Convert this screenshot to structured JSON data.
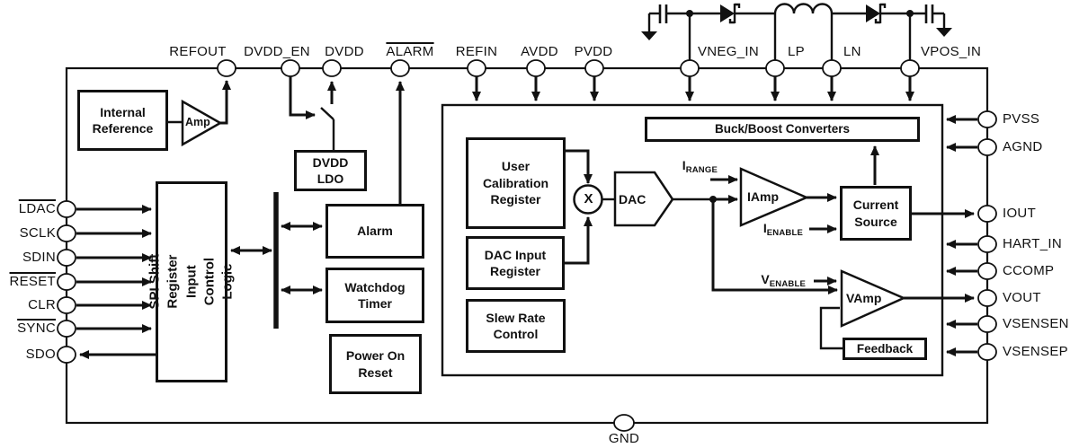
{
  "pins": {
    "top": [
      {
        "label": "REFOUT",
        "overline": false
      },
      {
        "label": "DVDD_EN",
        "overline": false
      },
      {
        "label": "DVDD",
        "overline": false
      },
      {
        "label": "ALARM",
        "overline": true
      },
      {
        "label": "REFIN",
        "overline": false
      },
      {
        "label": "AVDD",
        "overline": false
      },
      {
        "label": "PVDD",
        "overline": false
      },
      {
        "label": "VNEG_IN",
        "overline": false
      },
      {
        "label": "LP",
        "overline": false
      },
      {
        "label": "LN",
        "overline": false
      },
      {
        "label": "VPOS_IN",
        "overline": false
      }
    ],
    "left": [
      {
        "label": "LDAC",
        "overline": true
      },
      {
        "label": "SCLK",
        "overline": false
      },
      {
        "label": "SDIN",
        "overline": false
      },
      {
        "label": "RESET",
        "overline": true
      },
      {
        "label": "CLR",
        "overline": false
      },
      {
        "label": "SYNC",
        "overline": true
      },
      {
        "label": "SDO",
        "overline": false
      }
    ],
    "right": [
      {
        "label": "PVSS"
      },
      {
        "label": "AGND"
      },
      {
        "label": "IOUT"
      },
      {
        "label": "HART_IN"
      },
      {
        "label": "CCOMP"
      },
      {
        "label": "VOUT"
      },
      {
        "label": "VSENSEN"
      },
      {
        "label": "VSENSEP"
      }
    ],
    "bottom": [
      {
        "label": "GND"
      }
    ]
  },
  "blocks": {
    "internal_reference": "Internal Reference",
    "amp": "Amp",
    "dvdd_ldo": "DVDD LDO",
    "spi": "SPI Shift Register Input Control Logic",
    "alarm": "Alarm",
    "watchdog": "Watchdog Timer",
    "power_on_reset": "Power On Reset",
    "buck_boost": "Buck/Boost Converters",
    "user_calibration": "User Calibration Register",
    "dac_input": "DAC Input Register",
    "slew_rate": "Slew Rate Control",
    "multiplier": "X",
    "dac": "DAC",
    "iamp": "IAmp",
    "vamp": "VAmp",
    "current_source": "Current Source",
    "feedback": "Feedback"
  },
  "signals": {
    "irange": {
      "base": "I",
      "sub": "RANGE"
    },
    "ienable": {
      "base": "I",
      "sub": "ENABLE"
    },
    "venable": {
      "base": "V",
      "sub": "ENABLE"
    }
  },
  "colors": {
    "line": "#111111",
    "background": "#ffffff"
  }
}
